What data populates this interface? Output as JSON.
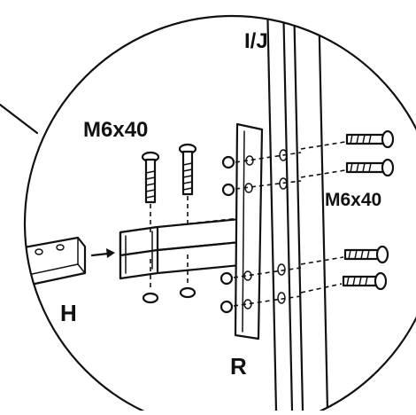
{
  "labels": {
    "top_screw_size": "M6x40",
    "side_screw_size": "M6x40",
    "panel_label": "I/J",
    "beam_label": "H",
    "bracket_label": "R"
  },
  "colors": {
    "ink": "#111111",
    "background": "#ffffff"
  }
}
